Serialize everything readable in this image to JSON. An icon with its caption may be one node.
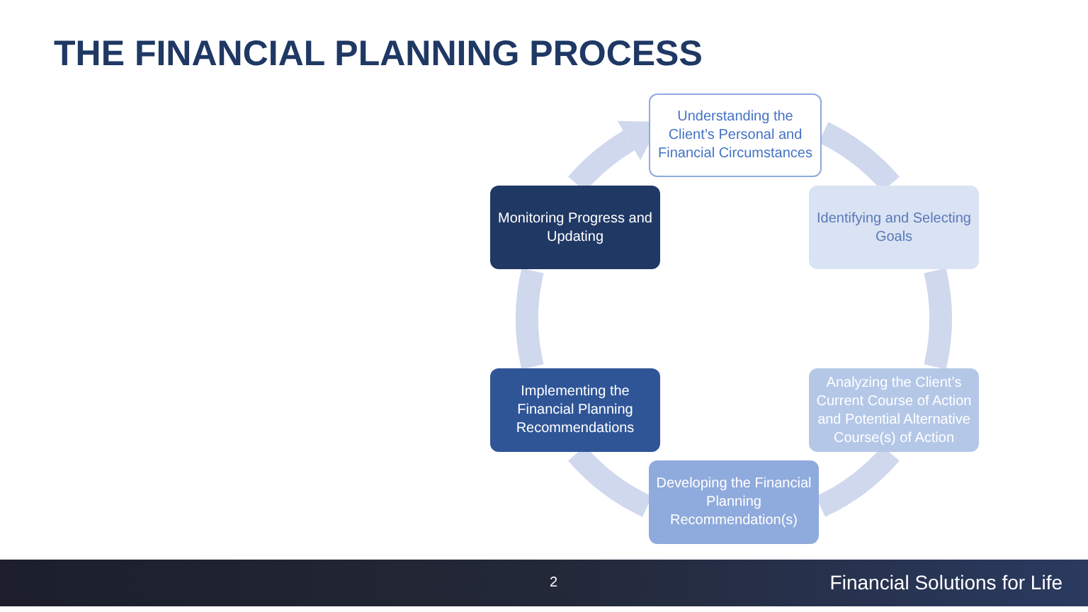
{
  "diagram": {
    "title": "THE FINANCIAL PLANNING PROCESS",
    "nodes": [
      {
        "text": [
          "Understanding the Client’s Personal and Financial Circumstances"
        ]
      },
      {
        "text": [
          "Identifying and Selecting Goals"
        ]
      },
      {
        "text": [
          "Analyzing the Client’s Current Course of Action and Potential Alternative Course(s) of Action"
        ]
      },
      {
        "text": [
          "Developing the Financial Planning Recommendation(s)"
        ]
      },
      {
        "text": [
          "Implementing the Financial Planning Recommendations"
        ]
      },
      {
        "text": [
          "Monitoring Progress and Updating"
        ]
      }
    ],
    "edges": [
      {
        "from": 0,
        "to": 1,
        "arrow": "none"
      },
      {
        "from": 1,
        "to": 2,
        "arrow": "none"
      },
      {
        "from": 2,
        "to": 3,
        "arrow": "none"
      },
      {
        "from": 3,
        "to": 4,
        "arrow": "none"
      },
      {
        "from": 4,
        "to": 5,
        "arrow": "none"
      },
      {
        "from": 5,
        "to": 0,
        "arrow": "to"
      }
    ],
    "labels": [
      "2",
      "Financial Solutions for Life"
    ]
  }
}
